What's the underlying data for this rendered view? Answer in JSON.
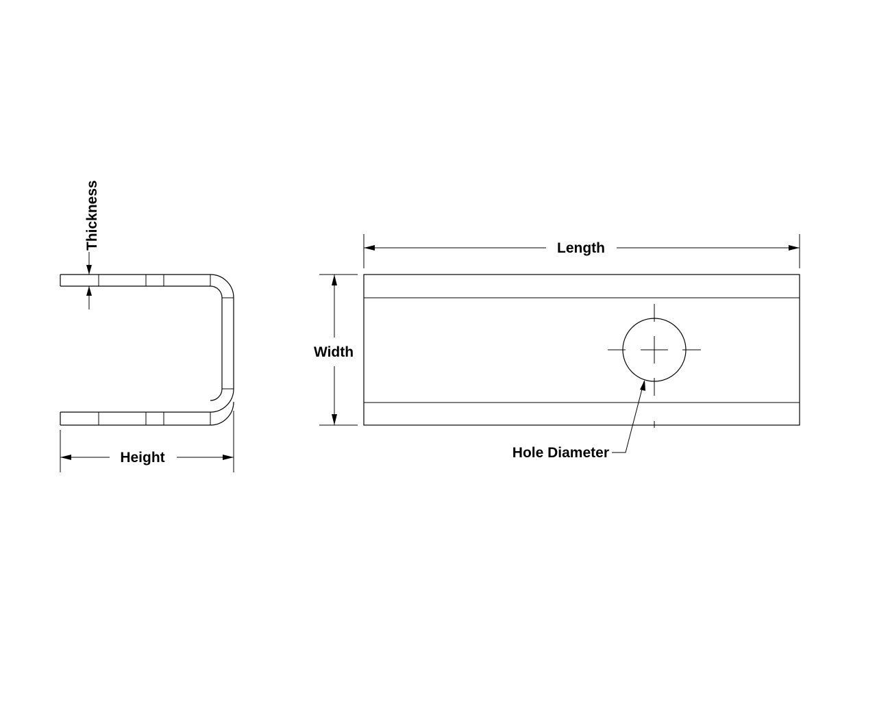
{
  "labels": {
    "thickness": "Thickness",
    "height": "Height",
    "length": "Length",
    "width": "Width",
    "hole_diameter": "Hole Diameter"
  },
  "colors": {
    "line": "#000000",
    "background": "#ffffff"
  }
}
